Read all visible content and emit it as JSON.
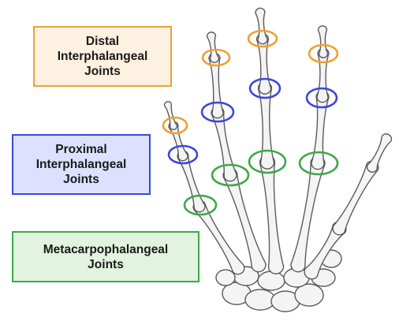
{
  "labels": {
    "distal": {
      "lines": [
        "Distal",
        "Interphalangeal",
        "Joints"
      ],
      "border": "#f0a030",
      "fill": "#fdf1e1"
    },
    "proximal": {
      "lines": [
        "Proximal",
        "Interphalangeal",
        "Joints"
      ],
      "border": "#3a48d8",
      "fill": "#dde1ff"
    },
    "mcp": {
      "lines": [
        "Metacarpophalangeal",
        "Joints"
      ],
      "border": "#3fa84a",
      "fill": "#e2f3df"
    }
  },
  "colors": {
    "bone_fill": "#f4f4f4",
    "bone_outline": "#5b5b5b",
    "distal_ring": "#f0a030",
    "proximal_ring": "#3a48d8",
    "mcp_ring": "#3fa84a"
  },
  "joints": {
    "distal_count": 4,
    "proximal_count": 4,
    "mcp_count": 4
  }
}
